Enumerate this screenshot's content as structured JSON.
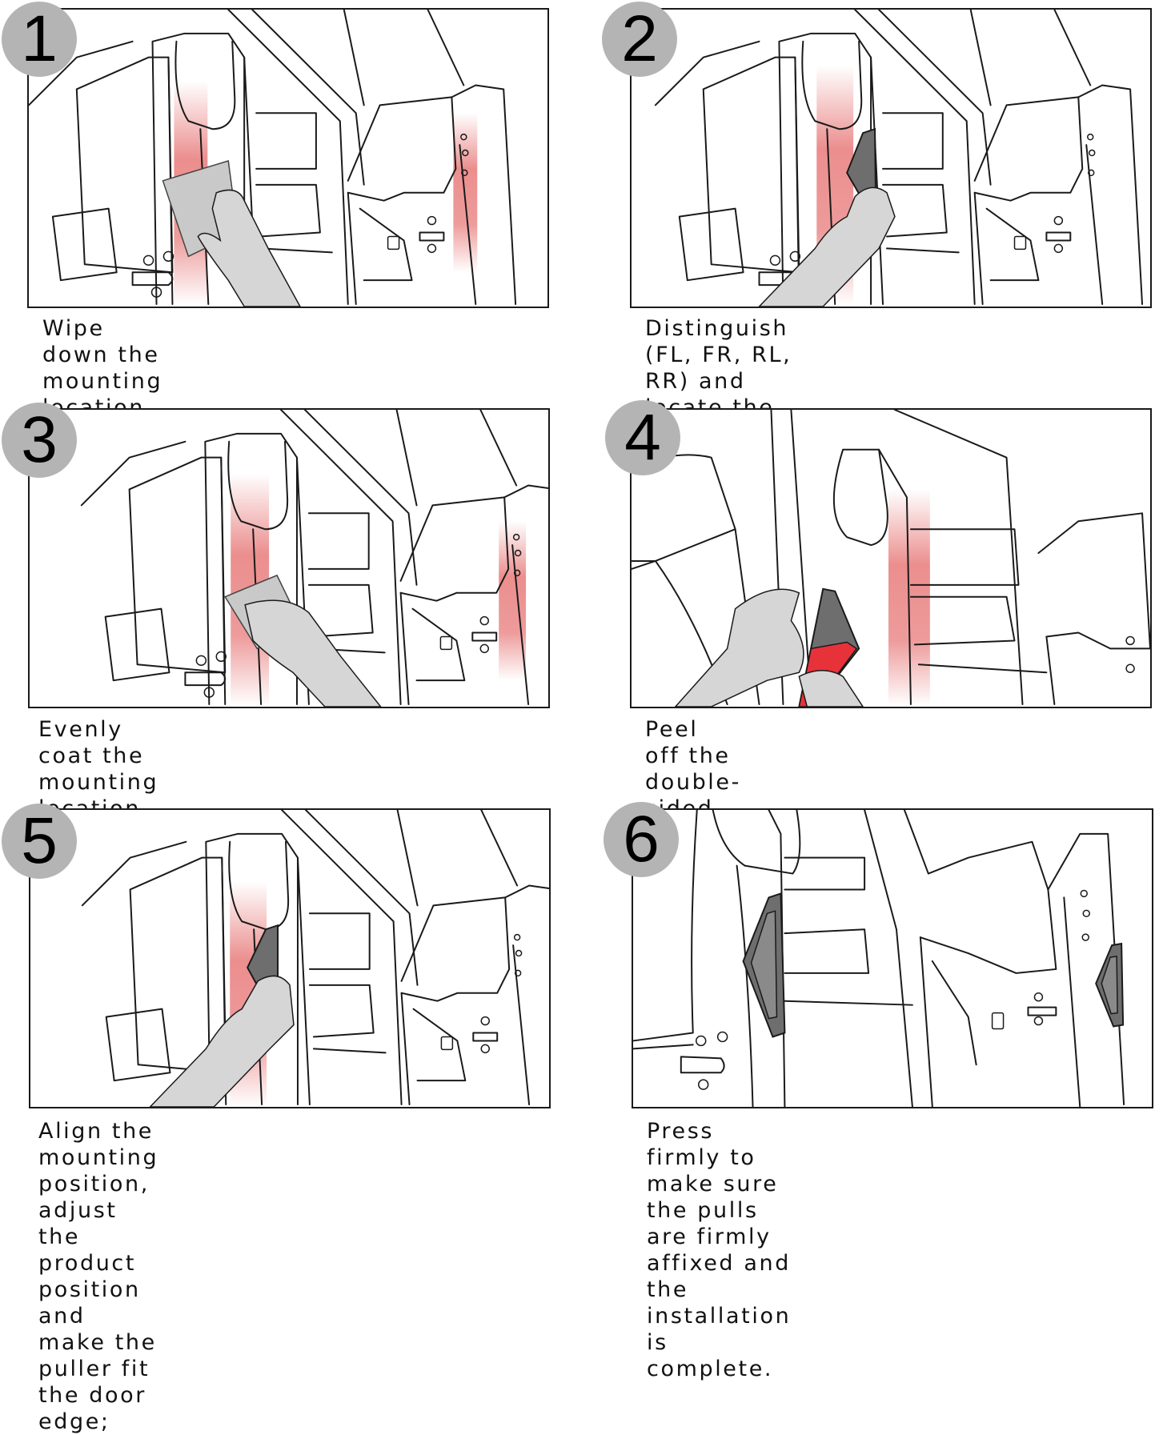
{
  "title": "Door pull installation steps",
  "colors": {
    "badge_bg": "#b4b4b4",
    "highlight": "#e87a7a",
    "hand": "#d6d6d6",
    "pull": "#6e6e6e",
    "tape": "#e8323a"
  },
  "steps": [
    {
      "number": "1",
      "caption": "Wipe down the mounting location\nwith a towel;",
      "illustration": "hand-wiping-pillar-with-towel"
    },
    {
      "number": "2",
      "caption": "Distinguish (FL, FR, RL, RR) and\nlocate the corresponding door pull\nand determine the mounting position.",
      "illustration": "hand-holding-pull-on-pillar"
    },
    {
      "number": "3",
      "caption": "Evenly coat the mounting location\nwith adhesive aid.",
      "illustration": "hand-applying-adhesive-aid"
    },
    {
      "number": "4",
      "caption": "Peel off the double-sided tape on\nthe back of the pulls;",
      "illustration": "hands-peeling-tape-from-pull"
    },
    {
      "number": "5",
      "caption": "Align the mounting position, adjust\nthe product position and make the\npuller fit the door edge;",
      "illustration": "hand-pressing-pull-to-door-edge"
    },
    {
      "number": "6",
      "caption": "Press firmly to make sure the pulls\nare firmly affixed and the installation\nis complete.",
      "illustration": "pulls-installed-on-doors"
    }
  ]
}
